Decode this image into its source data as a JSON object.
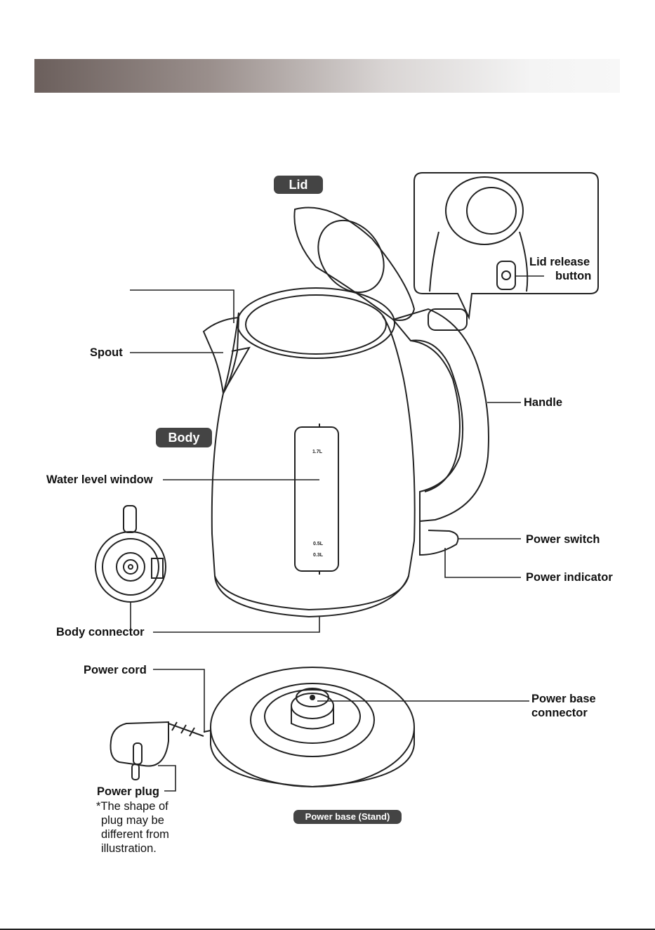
{
  "badges": {
    "lid": "Lid",
    "body": "Body",
    "power_base": "Power base (Stand)"
  },
  "labels": {
    "spout": "Spout",
    "water_level_window": "Water level window",
    "body_connector": "Body connector",
    "handle": "Handle",
    "power_switch": "Power switch",
    "power_indicator": "Power indicator",
    "lid_release_line1": "Lid release",
    "lid_release_line2": "button",
    "power_cord": "Power cord",
    "power_base_connector_line1": "Power base",
    "power_base_connector_line2": "connector",
    "power_plug": "Power plug"
  },
  "plug_note": [
    "*The shape of",
    "plug may be",
    "different from",
    "illustration."
  ],
  "water_marks": {
    "max": "1.7L",
    "mid": "0.5L",
    "min": "0.3L"
  },
  "colors": {
    "banner_dark": "#6b5f5c",
    "banner_light": "#f7f7f7",
    "badge_bg": "#444444",
    "line": "#222222"
  }
}
